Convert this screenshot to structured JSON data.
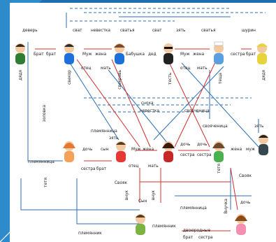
{
  "family": {
    "people": [
      {
        "id": "dever",
        "role": "деверь",
        "shirt": "#2e7d32",
        "skin": "#f2c9a0",
        "hair": "#3a2a1a"
      },
      {
        "id": "svekor",
        "role": "свёкор",
        "shirt": "#1e6fd9",
        "skin": "#f2c9a0",
        "hair": "#2b2b2b"
      },
      {
        "id": "svekrov",
        "role": "свекровь",
        "shirt": "#1e6fd9",
        "skin": "#f2c9a0",
        "hair": "#7a4a2a"
      },
      {
        "id": "test",
        "role": "тесть",
        "shirt": "#222222",
        "skin": "#f2c9a0",
        "hair": "#111111"
      },
      {
        "id": "teshcha",
        "role": "тёща",
        "shirt": "#5aa0e0",
        "skin": "#f2c9a0",
        "hair": "#ffffff"
      },
      {
        "id": "shurin",
        "role": "шурин",
        "shirt": "#e6d43a",
        "skin": "#f2c9a0",
        "hair": "#e6d43a"
      },
      {
        "id": "zolovka",
        "role": "золовка",
        "shirt": "#f4a25a",
        "skin": "#f2c9a0",
        "hair": "#e07a30"
      },
      {
        "id": "muzh",
        "role": "муж",
        "shirt": "#e53935",
        "skin": "#f2c9a0",
        "hair": "#5a3a1a"
      },
      {
        "id": "zhena",
        "role": "жена",
        "shirt": "#c62828",
        "skin": "#f2c9a0",
        "hair": "#3a1a0a"
      },
      {
        "id": "svoyachenitsa",
        "role": "свояченица",
        "shirt": "#4caf50",
        "skin": "#f2c9a0",
        "hair": "#6a4a2a"
      },
      {
        "id": "svoyak",
        "role": "свояк",
        "shirt": "#37474f",
        "skin": "#f2c9a0",
        "hair": "#222222"
      },
      {
        "id": "vnuk",
        "role": "внук",
        "shirt": "#7cb342",
        "skin": "#f2c9a0",
        "hair": "#5a3a1a"
      },
      {
        "id": "vnuchka",
        "role": "внучка",
        "shirt": "#f48fb1",
        "skin": "#f2c9a0",
        "hair": "#8a4a1a"
      }
    ],
    "labels": {
      "dever": "деверь",
      "svat1": "сват",
      "nevestka1": "невестка",
      "svatya1": "сватья",
      "svat2": "сват",
      "zyat1": "зять",
      "svatya2": "сватья",
      "shurin": "шурин",
      "brat1": "Брат",
      "brat2": "брат",
      "muzh1": "Муж",
      "zhena1": "жена",
      "babushka": "Бабушка",
      "ded": "дед",
      "muzh2": "Муж",
      "zhena2": "жена",
      "sestra1": "сестра",
      "brat3": "брат",
      "otets1": "отец",
      "mat1": "мать",
      "otets2": "отец",
      "mat2": "мать",
      "dyadya1": "дядя",
      "svekor": "свёкор",
      "svekrov": "свекровь",
      "test": "тесть",
      "teshcha": "тёща",
      "dyadya2": "дядя",
      "snokha": "сноха",
      "nevestka2": "невестка",
      "svoyachenitsa1": "свояченица",
      "svoyachenitsa2": "свояченица",
      "plemyannitsa1": "племянница",
      "zolovka": "золовка",
      "zyat2": "зять",
      "zyat3": "зять",
      "doch1": "дочь",
      "syn1": "сын",
      "muzh3": "Муж",
      "zhena3": "жена",
      "doch2": "дочь",
      "doch3": "дочь",
      "zhena4": "жена",
      "muzh4": "муж",
      "plemyannitsa2": "племянница",
      "sestra2": "сестра",
      "brat4": "брат",
      "otets3": "отец",
      "mat3": "мать",
      "sestra3": "сестра",
      "sestra4": "сестра",
      "svoyak1": "Свояк",
      "svoyak2": "Свояк",
      "tetya1": "тётя",
      "tetya2": "тётя",
      "vnuk1": "внук",
      "syn2": "Сын",
      "vnuk2": "внук",
      "plemyannik1": "племянник",
      "plemyannitsa3": "племянница",
      "doch4": "дочь",
      "vnuchka": "Внучка",
      "plemyannik2": "племянник",
      "dvoyurodnye": "двоюродные",
      "brat5": "брат",
      "sestra5": "сестра"
    }
  }
}
